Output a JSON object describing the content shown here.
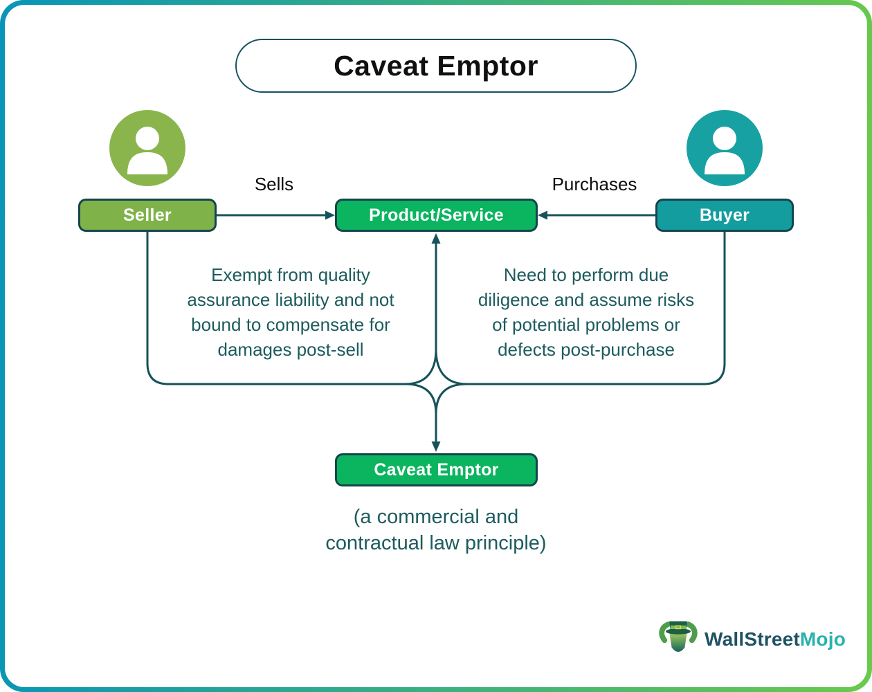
{
  "colors": {
    "frame_gradient_start": "#0895b8",
    "frame_gradient_end": "#69ca4c",
    "outline_dark_teal": "#16525a",
    "seller_green": "#7fb34a",
    "buyer_teal": "#149d9f",
    "product_green": "#0bb45f",
    "note_text_teal": "#1d5b5e",
    "logo_dark": "#1f5362",
    "logo_teal": "#29b2ae"
  },
  "title": "Caveat Emptor",
  "seller": {
    "label": "Seller",
    "icon": "person-icon"
  },
  "buyer": {
    "label": "Buyer",
    "icon": "person-icon"
  },
  "product": {
    "label": "Product/Service"
  },
  "edges": {
    "sells": "Sells",
    "purchases": "Purchases"
  },
  "seller_note": {
    "lines": [
      "Exempt from quality",
      "assurance liability and not",
      "bound to compensate for",
      "damages post-sell"
    ]
  },
  "buyer_note": {
    "lines": [
      "Need to perform due",
      "diligence and assume risks",
      "of potential problems or",
      "defects post-purchase"
    ]
  },
  "result": {
    "label": "Caveat Emptor"
  },
  "caption": {
    "lines": [
      "(a commercial and",
      "contractual law principle)"
    ]
  },
  "logo": {
    "wordmark_primary": "WallStreet",
    "wordmark_secondary": "Mojo"
  }
}
